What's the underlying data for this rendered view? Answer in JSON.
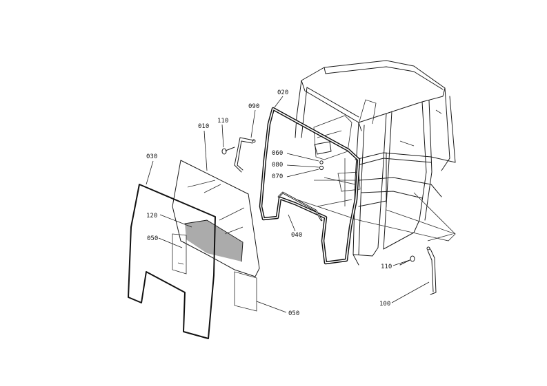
{
  "parts": {
    "p010": "010",
    "p020": "020",
    "p030": "030",
    "p040": "040",
    "p050a": "050",
    "p050b": "050",
    "p060": "060",
    "p070": "070",
    "p080": "080",
    "p090": "090",
    "p100": "100",
    "p110a": "110",
    "p110b": "110",
    "p120": "120"
  }
}
